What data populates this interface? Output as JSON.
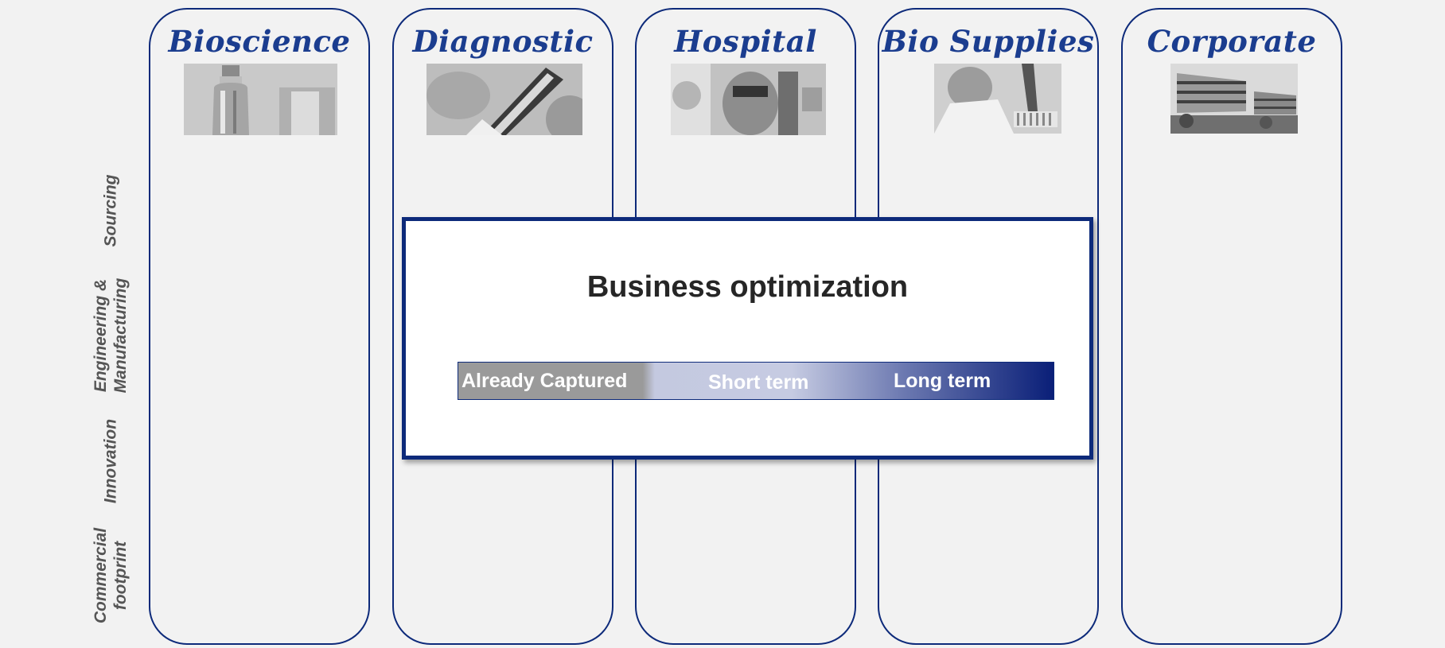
{
  "columns": [
    {
      "title": "Bioscience",
      "photo": "vial-bottle-photo"
    },
    {
      "title": "Diagnostic",
      "photo": "test-tube-photo"
    },
    {
      "title": "Hospital",
      "photo": "lab-worker-photo"
    },
    {
      "title": "Bio Supplies",
      "photo": "pipette-photo"
    },
    {
      "title": "Corporate",
      "photo": "office-building-photo"
    }
  ],
  "row_labels": [
    {
      "lines": [
        "Sourcing"
      ]
    },
    {
      "lines": [
        "Engineering &",
        "Manufacturing"
      ]
    },
    {
      "lines": [
        "Innovation"
      ]
    },
    {
      "lines": [
        "Commercial",
        "footprint"
      ]
    }
  ],
  "overlay": {
    "title": "Business optimization",
    "timeline": [
      "Already Captured",
      "Short term",
      "Long term"
    ]
  },
  "colors": {
    "border": "#0d2a7a",
    "title_text": "#1b3d8f",
    "background": "#f2f2f2",
    "captured_gray": "#9a9a9a",
    "long_term_navy": "#0a1f78"
  }
}
